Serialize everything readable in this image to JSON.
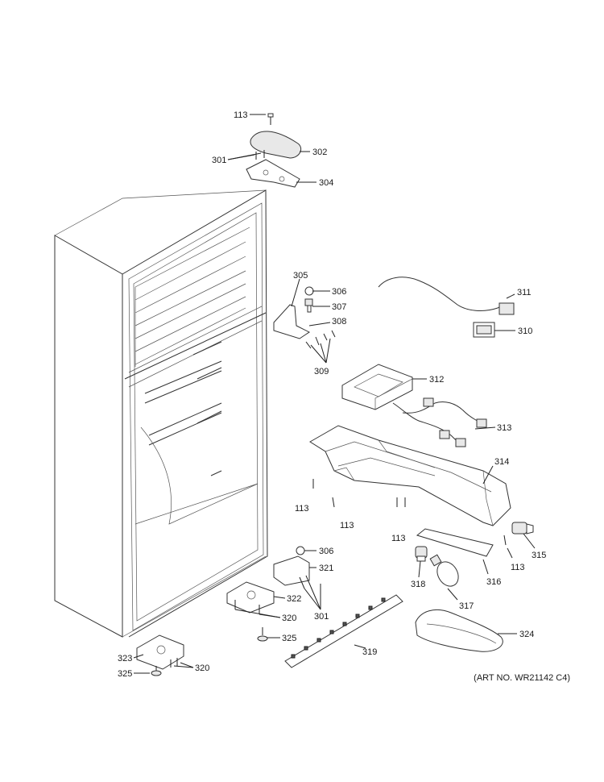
{
  "title": "",
  "art_number": "(ART NO. WR21142 C4)",
  "callouts": {
    "c113a": "113",
    "c302": "302",
    "c301a": "301",
    "c304": "304",
    "c305": "305",
    "c306a": "306",
    "c307": "307",
    "c308": "308",
    "c309": "309",
    "c311": "311",
    "c310": "310",
    "c312": "312",
    "c313": "313",
    "c314": "314",
    "c113b": "113",
    "c113c": "113",
    "c113d": "113",
    "c113e": "113",
    "c315": "315",
    "c316": "316",
    "c317": "317",
    "c318": "318",
    "c306b": "306",
    "c321": "321",
    "c322": "322",
    "c320a": "320",
    "c301b": "301",
    "c325a": "325",
    "c319": "319",
    "c324": "324",
    "c323": "323",
    "c325b": "325",
    "c320b": "320"
  }
}
